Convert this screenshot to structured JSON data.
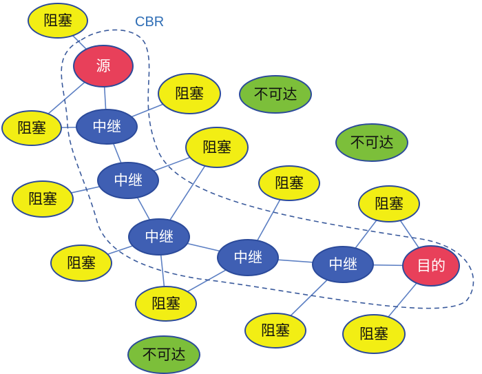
{
  "diagram": {
    "region_label": "CBR",
    "colors": {
      "source_fill": "#e8405a",
      "relay_fill": "#3f5fb3",
      "blocked_fill": "#f2ee14",
      "unreachable_fill": "#7cbf3a",
      "node_outline": "#2b4a9a",
      "edge": "#5c7fc3",
      "region_outline": "#3a5a9c",
      "region_label": "#2e6db5",
      "light_text": "#ffffff",
      "dark_text": "#111111"
    },
    "nodes": [
      {
        "id": "src",
        "kind": "source",
        "label": "源"
      },
      {
        "id": "r1",
        "kind": "relay",
        "label": "中继"
      },
      {
        "id": "r2",
        "kind": "relay",
        "label": "中继"
      },
      {
        "id": "r3",
        "kind": "relay",
        "label": "中继"
      },
      {
        "id": "r4",
        "kind": "relay",
        "label": "中继"
      },
      {
        "id": "r5",
        "kind": "relay",
        "label": "中继"
      },
      {
        "id": "dst",
        "kind": "destination",
        "label": "目的"
      },
      {
        "id": "b1",
        "kind": "blocked",
        "label": "阻塞"
      },
      {
        "id": "b2",
        "kind": "blocked",
        "label": "阻塞"
      },
      {
        "id": "b3",
        "kind": "blocked",
        "label": "阻塞"
      },
      {
        "id": "b4",
        "kind": "blocked",
        "label": "阻塞"
      },
      {
        "id": "b5",
        "kind": "blocked",
        "label": "阻塞"
      },
      {
        "id": "b6",
        "kind": "blocked",
        "label": "阻塞"
      },
      {
        "id": "b7",
        "kind": "blocked",
        "label": "阻塞"
      },
      {
        "id": "b8",
        "kind": "blocked",
        "label": "阻塞"
      },
      {
        "id": "b9",
        "kind": "blocked",
        "label": "阻塞"
      },
      {
        "id": "b10",
        "kind": "blocked",
        "label": "阻塞"
      },
      {
        "id": "b11",
        "kind": "blocked",
        "label": "阻塞"
      },
      {
        "id": "b12",
        "kind": "blocked",
        "label": "阻塞"
      },
      {
        "id": "u1",
        "kind": "unreachable",
        "label": "不可达"
      },
      {
        "id": "u2",
        "kind": "unreachable",
        "label": "不可达"
      },
      {
        "id": "u3",
        "kind": "unreachable",
        "label": "不可达"
      }
    ],
    "edges": [
      [
        "src",
        "b1"
      ],
      [
        "src",
        "b2"
      ],
      [
        "src",
        "r1"
      ],
      [
        "r1",
        "b2"
      ],
      [
        "r1",
        "b3"
      ],
      [
        "r1",
        "r2"
      ],
      [
        "r2",
        "b4"
      ],
      [
        "r2",
        "b5"
      ],
      [
        "r2",
        "r3"
      ],
      [
        "r3",
        "b4"
      ],
      [
        "r3",
        "b6"
      ],
      [
        "r3",
        "b7"
      ],
      [
        "r3",
        "r4"
      ],
      [
        "r4",
        "b7"
      ],
      [
        "r4",
        "b8"
      ],
      [
        "r4",
        "r5"
      ],
      [
        "r5",
        "b9"
      ],
      [
        "r5",
        "b10"
      ],
      [
        "r5",
        "dst"
      ],
      [
        "dst",
        "b9"
      ],
      [
        "dst",
        "b11"
      ]
    ]
  }
}
